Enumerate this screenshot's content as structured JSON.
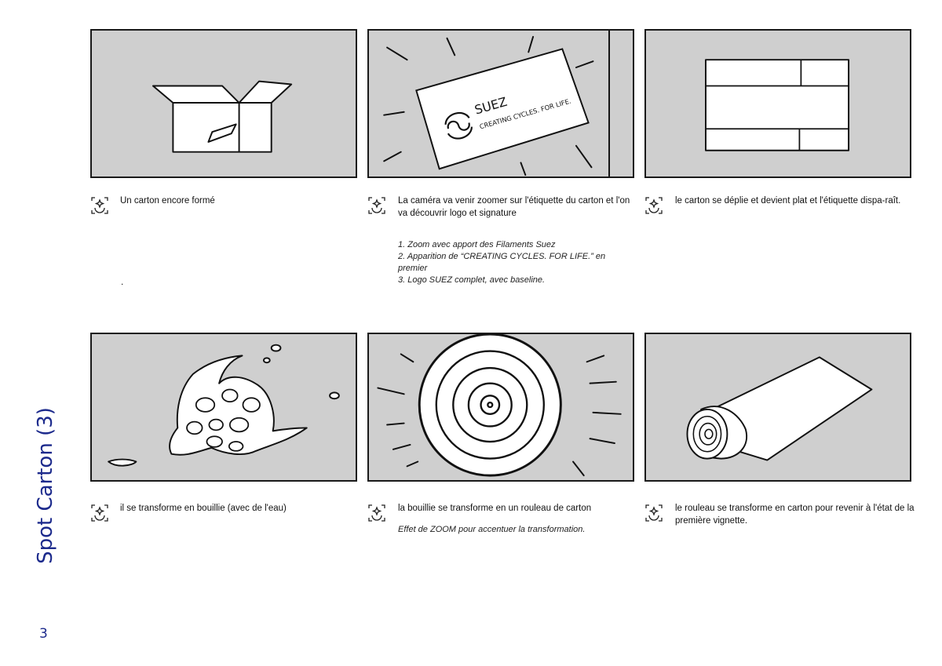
{
  "page": {
    "title": "Spot Carton (3)",
    "number": "3"
  },
  "label": {
    "brand": "SUEZ",
    "tagline": "CREATING CYCLES. FOR LIFE."
  },
  "panels": [
    {
      "caption": "Un carton encore formé",
      "note": []
    },
    {
      "caption": "La caméra va venir zoomer sur l'étiquette du carton et l'on va découvrir logo et signature",
      "note": [
        "1. Zoom avec apport des Filaments Suez",
        "2. Apparition de “CREATING CYCLES. FOR LIFE.” en",
        "premier",
        "3. Logo SUEZ complet, avec baseline."
      ]
    },
    {
      "caption": "le carton se déplie et devient plat et l'étiquette dispa-raît.",
      "note": []
    },
    {
      "caption": "il se transforme en bouillie (avec de l'eau)",
      "note": []
    },
    {
      "caption": "la bouillie se transforme en un rouleau de carton",
      "note": [
        "Effet de ZOOM pour accentuer la transformation."
      ]
    },
    {
      "caption": "le rouleau se transforme en carton pour revenir à l'état de la première vignette.",
      "note": []
    }
  ],
  "stray_mark": "."
}
